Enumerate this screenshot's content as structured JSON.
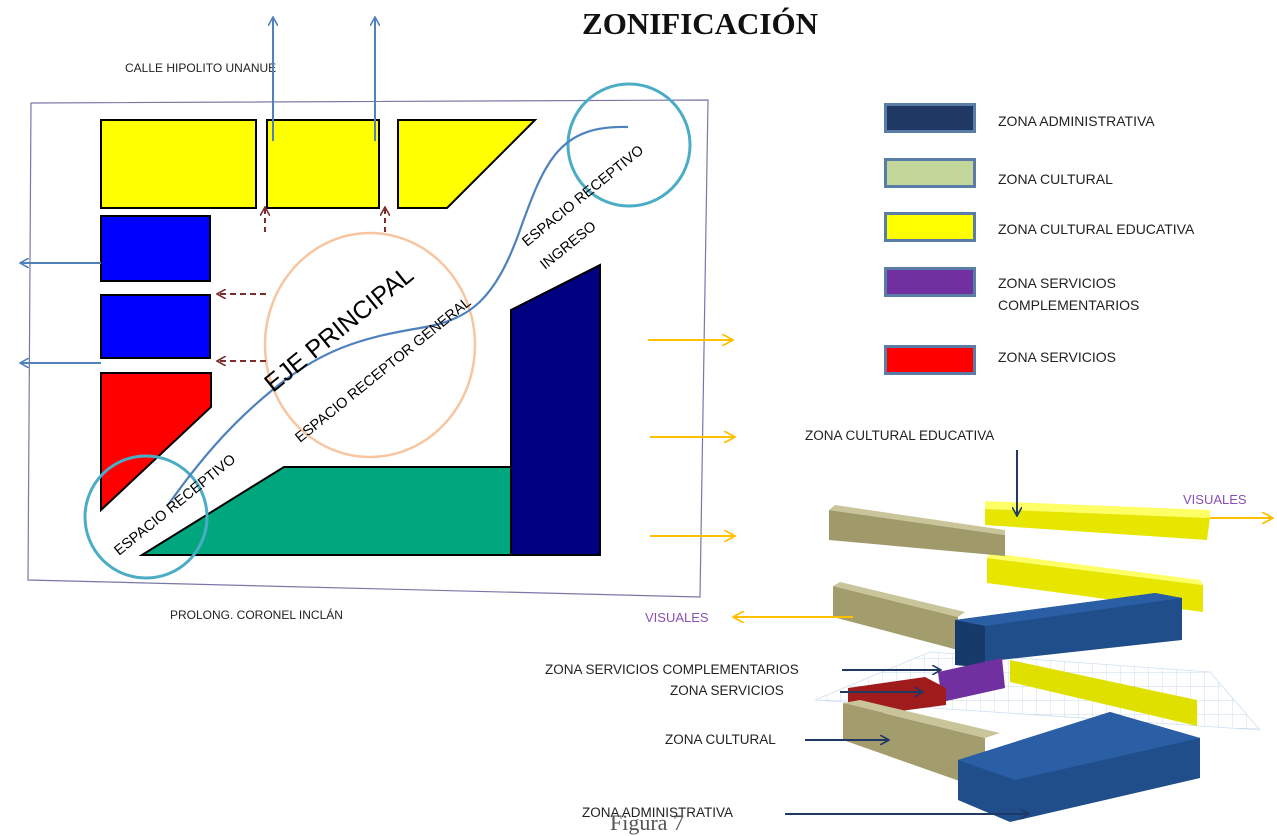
{
  "title": "ZONIFICACIÓN",
  "streets": {
    "top": "CALLE HIPOLITO UNANUE",
    "bottom": "PROLONG. CORONEL INCLÁN"
  },
  "plan_labels": {
    "eje_principal": "EJE PRINCIPAL",
    "espacio_receptor_general": "ESPACIO RECEPTOR GENERAL",
    "espacio_receptivo_ingreso_1": "ESPACIO RECEPTIVO",
    "espacio_receptivo_ingreso_2": "INGRESO",
    "espacio_receptivo_bottom": "ESPACIO RECEPTIVO"
  },
  "legend": [
    {
      "label": "ZONA ADMINISTRATIVA",
      "color": "#1f3864"
    },
    {
      "label": "ZONA CULTURAL",
      "color": "#c4d79b"
    },
    {
      "label": "ZONA CULTURAL EDUCATIVA",
      "color": "#ffff00"
    },
    {
      "label": "ZONA SERVICIOS COMPLEMENTARIOS",
      "color": "#7030a0"
    },
    {
      "label": "ZONA SERVICIOS",
      "color": "#ff0000"
    }
  ],
  "visuales": {
    "right": "VISUALES",
    "left": "VISUALES"
  },
  "iso_labels": {
    "cultural_educativa": "ZONA CULTURAL EDUCATIVA",
    "servicios_complementarios": "ZONA SERVICIOS COMPLEMENTARIOS",
    "servicios": "ZONA SERVICIOS",
    "cultural": "ZONA CULTURAL",
    "administrativa": "ZONA ADMINISTRATIVA"
  },
  "colors": {
    "plan_yellow": "#ffff00",
    "plan_blue": "#0000ff",
    "plan_red": "#ff0000",
    "plan_green": "#00a67e",
    "plan_navy": "#000080",
    "circle_teal": "#4bacc6",
    "circle_peach": "#f7c59f",
    "arrow_blue": "#4f81bd",
    "arrow_dark_red": "#7b2c2c",
    "arrow_orange": "#ffc000"
  },
  "caption": "Figura 7"
}
